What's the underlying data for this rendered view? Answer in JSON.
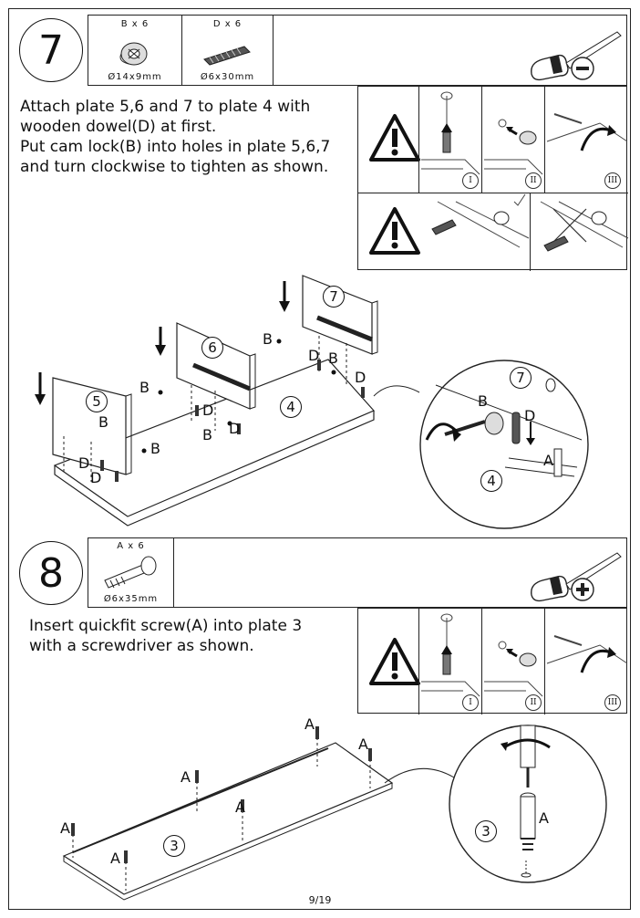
{
  "page_number": "9/19",
  "step7": {
    "number": "7",
    "parts": [
      {
        "qty": "B x 6",
        "size": "Ø14x9mm",
        "icon": "cam-lock-icon"
      },
      {
        "qty": "D x 6",
        "size": "Ø6x30mm",
        "icon": "wooden-dowel-icon"
      }
    ],
    "tool": "flat-screwdriver-icon",
    "instruction": "Attach plate 5,6 and 7 to plate 4 with\nwooden dowel(D) at first.\nPut cam lock(B) into holes in plate 5,6,7\nand turn clockwise to tighten as shown.",
    "warning_steps": [
      "I",
      "II",
      "III"
    ],
    "plates": [
      "5",
      "6",
      "7",
      "4"
    ],
    "labels": {
      "b": "B",
      "d": "D",
      "a": "A"
    },
    "detail_plates": [
      "7",
      "4"
    ]
  },
  "step8": {
    "number": "8",
    "parts": [
      {
        "qty": "A x 6",
        "size": "Ø6x35mm",
        "icon": "quickfit-screw-icon"
      }
    ],
    "tool": "phillips-screwdriver-icon",
    "instruction": "Insert quickfit screw(A) into plate 3\nwith a screwdriver as shown.",
    "warning_steps": [
      "I",
      "II",
      "III"
    ],
    "plates": [
      "3"
    ],
    "labels": {
      "a": "A"
    },
    "detail_plate": "3"
  }
}
